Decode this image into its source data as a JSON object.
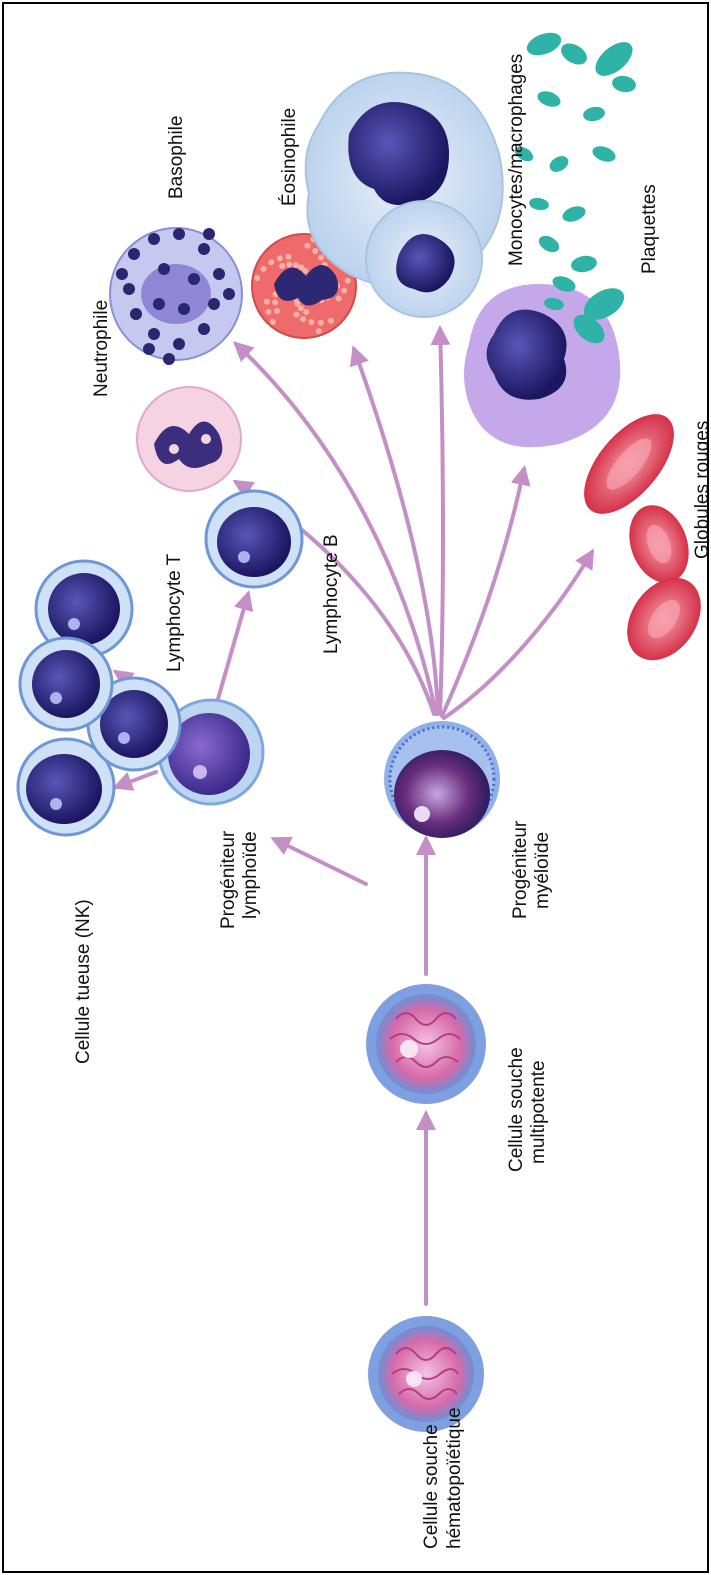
{
  "labels": {
    "hematopoietic_stem_cell": [
      "Cellule souche",
      "hématopoïétique"
    ],
    "multipotent_stem_cell": [
      "Cellule souche",
      "multipotente"
    ],
    "lymphoid_progenitor": [
      "Progéniteur",
      "lymphoïde"
    ],
    "myeloid_progenitor": [
      "Progéniteur",
      "myéloïde"
    ],
    "nk_cell": "Cellule tueuse (NK)",
    "t_lymphocyte": "Lymphocyte T",
    "b_lymphocyte": "Lymphocyte B",
    "neutrophil": "Neutrophile",
    "basophil": "Basophile",
    "eosinophil": "Éosinophile",
    "monocytes_macrophages": "Monocytes/macrophages",
    "platelets": "Plaquettes",
    "red_blood_cells": "Globules rouges"
  },
  "colors": {
    "arrow": "#c48fc6",
    "border": "#000000",
    "stem_cell_outer": "#6f8fd6",
    "stem_cell_inner": "#d66aa8",
    "lymphocyte_nucleus": "#24206e",
    "red_blood_cell": "#e2445c",
    "platelet": "#2fb3a6"
  }
}
